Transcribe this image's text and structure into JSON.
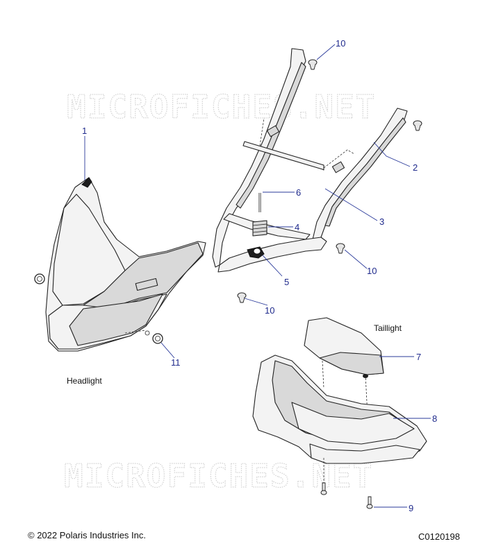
{
  "watermark": "MICROFICHES.NET",
  "captions": {
    "headlight": "Headlight",
    "taillight": "Taillight"
  },
  "footer": {
    "copyright": "© 2022 Polaris Industries Inc.",
    "code": "C0120198"
  },
  "callouts": [
    {
      "id": "1",
      "label": "1"
    },
    {
      "id": "2",
      "label": "2"
    },
    {
      "id": "3",
      "label": "3"
    },
    {
      "id": "4",
      "label": "4"
    },
    {
      "id": "5",
      "label": "5"
    },
    {
      "id": "6",
      "label": "6"
    },
    {
      "id": "7",
      "label": "7"
    },
    {
      "id": "8",
      "label": "8"
    },
    {
      "id": "9",
      "label": "9"
    },
    {
      "id": "10a",
      "label": "10"
    },
    {
      "id": "10b",
      "label": "10"
    },
    {
      "id": "10c",
      "label": "10"
    },
    {
      "id": "11",
      "label": "11"
    }
  ],
  "colors": {
    "callout": "#1f2a8c",
    "outline": "#222222",
    "watermark": "#d2d2d2"
  }
}
